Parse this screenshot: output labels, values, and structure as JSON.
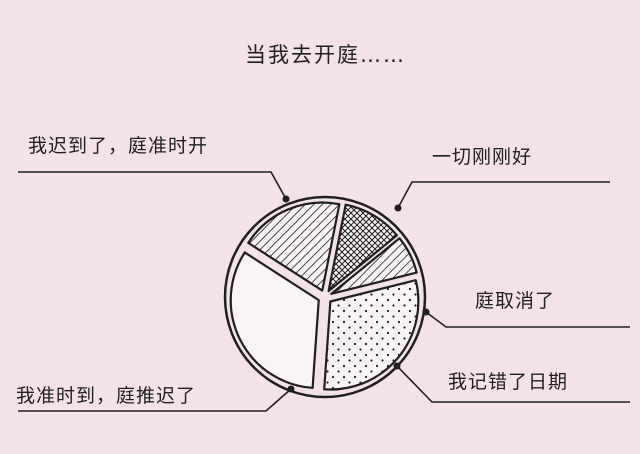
{
  "chart_data": {
    "type": "pie",
    "title": "当我去开庭……",
    "slices": [
      {
        "label": "我迟到了，庭准时开",
        "value": 33,
        "pattern": "none"
      },
      {
        "label": "一切刚刚好",
        "value": 19,
        "pattern": "diagonal"
      },
      {
        "label": "庭取消了",
        "value": 11,
        "pattern": "crosshatch"
      },
      {
        "label": "我记错了日期",
        "value": 7,
        "pattern": "diagonal"
      },
      {
        "label": "我准时到，庭推迟了",
        "value": 30,
        "pattern": "dots"
      }
    ]
  },
  "colors": {
    "background": "#f4e3e6",
    "ink": "#1f1f1f",
    "paper": "#fbf4f5"
  }
}
